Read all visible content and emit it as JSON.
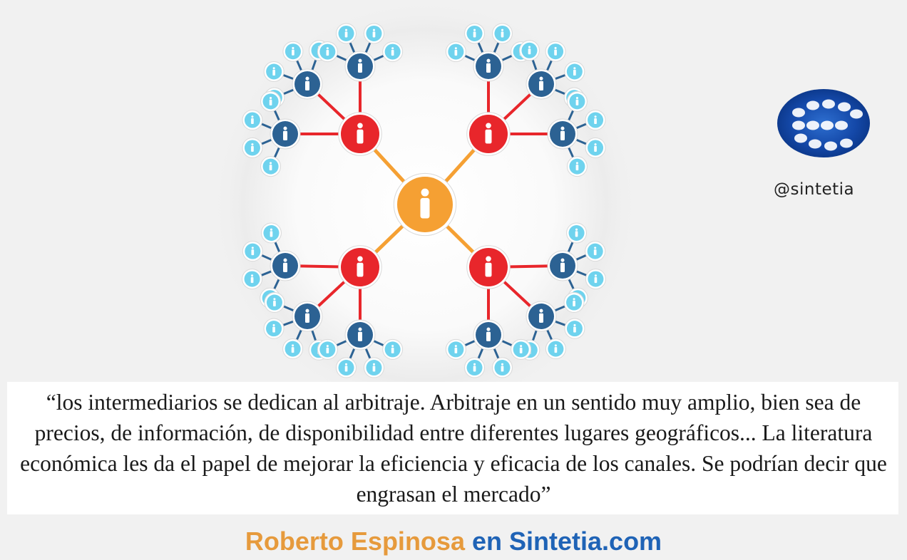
{
  "handle": "@sintetia",
  "quote": "“los intermediarios se dedican al arbitraje. Arbitraje en un sentido muy amplio, bien sea de precios, de información, de disponibilidad entre diferentes lugares geográficos... La literatura económica les da el papel de mejorar la eficiencia y eficacia de los canales. Se podrían decir que engrasan el mercado”",
  "credit": {
    "author": "Roberto Espinosa",
    "conjunction": "en",
    "site": "Sintetia.com"
  },
  "colors": {
    "center_node": "#f5a033",
    "hub_node": "#e8262b",
    "sub_node": "#2c6293",
    "leaf_node": "#6fd3ee",
    "author": "#e69a3c",
    "site": "#1f63b6"
  },
  "icons": {
    "person": "person-icon",
    "logo": "sintetia-logo"
  }
}
